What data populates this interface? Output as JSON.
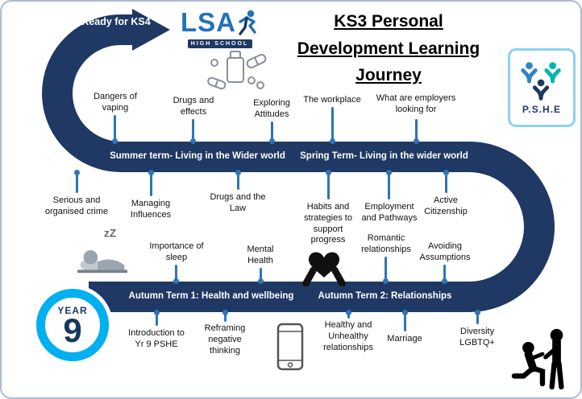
{
  "title": {
    "line1": "KS3 Personal",
    "line2": "Development Learning",
    "line3": "Journey"
  },
  "start_arrow": {
    "label": "Ready for KS4"
  },
  "lsa_logo": {
    "name": "LSA",
    "subtitle": "HIGH SCHOOL"
  },
  "pshe_logo": {
    "label": "P.S.H.E"
  },
  "year_badge": {
    "word": "YEAR",
    "number": "9"
  },
  "bands": {
    "summer": "Summer term- Living in the Wider world",
    "spring": "Spring Term- Living in the wider world",
    "autumn1": "Autumn Term 1:  Health and wellbeing",
    "autumn2": "Autumn Term 2:  Relationships"
  },
  "topics": {
    "upper_above": [
      "Dangers of vaping",
      "Drugs and effects",
      "Exploring Attitudes",
      "The workplace",
      "What are employers looking for"
    ],
    "upper_below": [
      "Serious and organised crime",
      "Managing Influences",
      "Drugs and the Law",
      "Habits and strategies to support progress",
      "Employment and Pathways",
      "Active Citizenship"
    ],
    "lower_above": [
      "Importance of sleep",
      "Mental Health",
      "Romantic relationships",
      "Avoiding Assumptions"
    ],
    "lower_below": [
      "Introduction to Yr 9 PSHE",
      "Reframing negative thinking",
      "Healthy and Unhealthy relationships",
      "Marriage",
      "Diversity LGBTQ+"
    ]
  },
  "icons": {
    "sleep_text": "zZ"
  },
  "colors": {
    "path_navy": "#1f3864",
    "tick_blue": "#2e75b6",
    "badge_ring": "#00b0f0",
    "lsa_blue": "#2272b9",
    "pshe_border": "#8ed1ef"
  }
}
